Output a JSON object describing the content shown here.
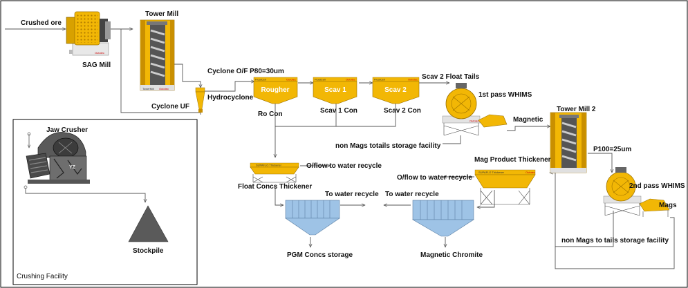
{
  "labels": {
    "crushed_ore": "Crushed ore",
    "sag_mill": "SAG Mill",
    "tower_mill": "Tower Mill",
    "cyclone_of": "Cyclone O/F P80=30um",
    "hydrocyclone": "Hydrocyclone",
    "cyclone_uf": "Cyclone UF",
    "rougher": "Rougher",
    "scav1": "Scav 1",
    "scav2": "Scav 2",
    "ro_con": "Ro Con",
    "scav1_con": "Scav 1 Con",
    "scav2_con": "Scav 2 Con",
    "scav2_float_tails": "Scav 2 Float Tails",
    "whims1": "1st pass WHIMS",
    "magnetic": "Magnetic",
    "non_mags_totails": "non Mags totails storage facility",
    "tower_mill_2": "Tower Mill 2",
    "p100": "P100=25um",
    "whims2": "2nd pass WHIMS",
    "mags": "Mags",
    "non_mags_tails": "non Mags to tails storage facility",
    "jaw_crusher": "Jaw Crusher",
    "stockpile": "Stockpile",
    "crushing_facility": "Crushing Facility",
    "float_concs_thickener": "Float Concs Thickener",
    "of_water1": "O/flow to water recycle",
    "of_water2": "O/flow to water recycle",
    "mag_product_thickener": "Mag Product Thickener",
    "to_water1": "To water recycle",
    "to_water2": "To water recycle",
    "pgm_concs_storage": "PGM Concs storage",
    "magnetic_chromite": "Magnetic Chromite"
  },
  "colors": {
    "equipment_yellow": "#f2b705",
    "equipment_dark": "#c98f00",
    "gray_body": "#6e6e6e",
    "clarifier_blue": "#9ec3e6",
    "brand_red": "#cc0000"
  }
}
